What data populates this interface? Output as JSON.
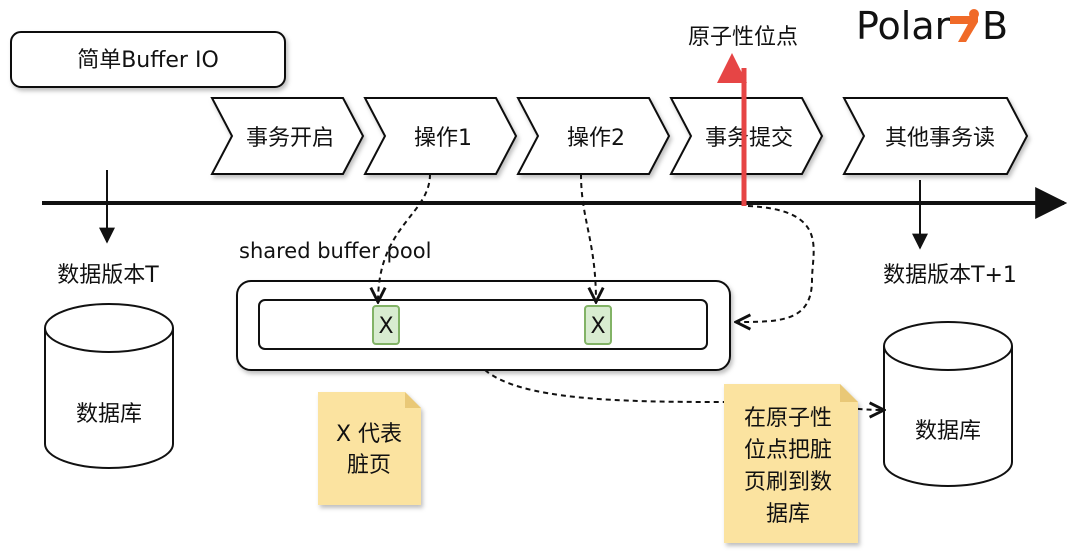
{
  "title": "简单Buffer IO",
  "logo": {
    "text_left": "Polar",
    "text_right": "B",
    "accent_color": "#f06a28",
    "text_color": "#111111"
  },
  "atomic_point_label": "原子性位点",
  "steps": [
    "事务开启",
    "操作1",
    "操作2",
    "事务提交",
    "其他事务读"
  ],
  "shared_buffer_pool_label": "shared buffer pool",
  "dirty_page_mark": "X",
  "version_t_label": "数据版本T",
  "version_t1_label": "数据版本T+1",
  "database_label": "数据库",
  "note_dirty": {
    "line1": "X 代表",
    "line2": "脏页"
  },
  "note_flush": {
    "lines": [
      "在原子性",
      "位点把脏",
      "页刷到数",
      "据库"
    ]
  },
  "colors": {
    "commit_arrow": "#e64545",
    "note_fill": "#fbe3a0",
    "dirty_fill": "#d8ecd0",
    "dirty_stroke": "#82b366"
  }
}
